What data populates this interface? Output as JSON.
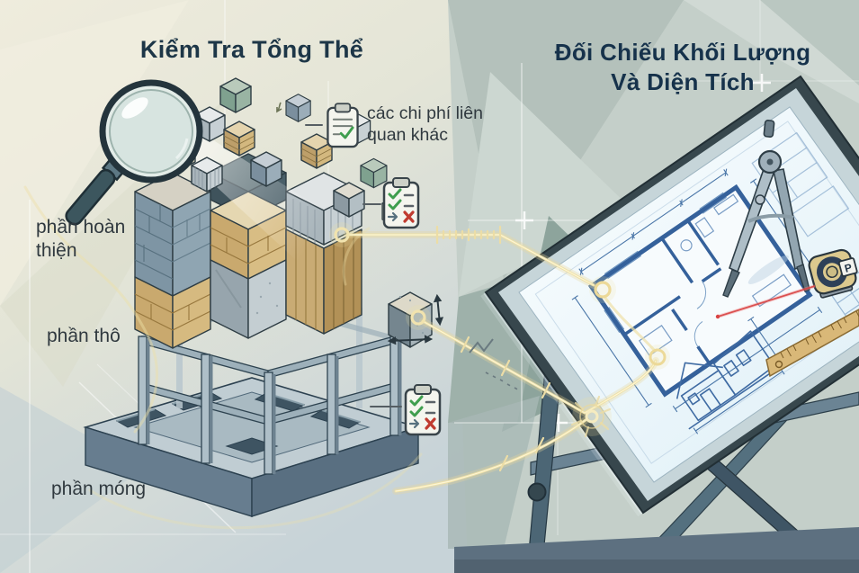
{
  "left_panel": {
    "title": "Kiểm Tra Tổng Thể",
    "labels": {
      "other_costs": "các chi phí liên quan khác",
      "finishing": "phần hoàn thiện",
      "rough_structure": "phần thô",
      "foundation": "phần móng"
    }
  },
  "right_panel": {
    "title_line1": "Đối Chiếu Khối Lượng",
    "title_line2": "Và Diện Tích",
    "tape_measure_letter": "P"
  },
  "icons": {
    "magnifier": "magnifier-icon",
    "checklist_clipboard_top": "clipboard-checklist-icon",
    "checklist_clipboard_mid": "clipboard-checklist-icon",
    "checklist_clipboard_bottom": "clipboard-checklist-icon",
    "concrete_sample": "concrete-sample-cube-icon",
    "compass": "drafting-compass-icon",
    "tape_measure": "tape-measure-icon",
    "ruler": "ruler-icon"
  },
  "colors": {
    "title_text": "#1d3647",
    "label_text": "#30393f",
    "accent_gold": "#ecdda6",
    "blueprint_line": "#3d6aa2",
    "paper": "#f4fafd",
    "left_background": "#e9e6d7",
    "right_background": "#aebcb6",
    "foundation_slate": "#5f7588",
    "tan_brick": "#c9a96e",
    "blue_brick": "#7e95a4",
    "laser_red": "#d94343",
    "check_green": "#3f9e4e",
    "cross_red": "#c03b30"
  }
}
